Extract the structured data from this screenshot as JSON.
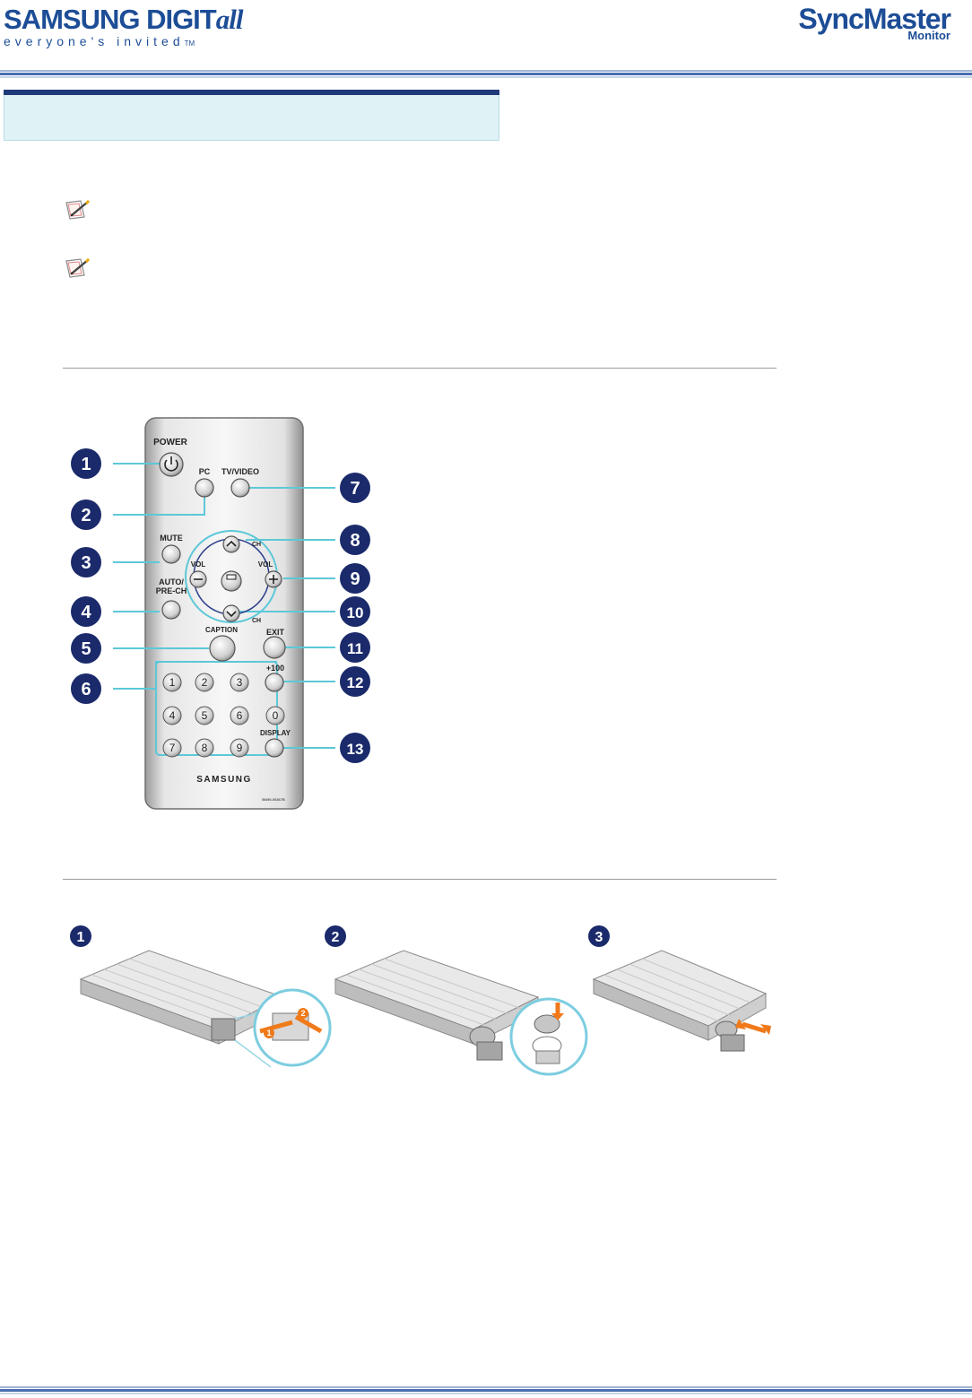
{
  "header": {
    "brand_name": "SAMSUNG DIGIT",
    "brand_name_suffix": "all",
    "brand_slogan": "everyone's invited",
    "brand_tm": "TM",
    "product_name": "SyncMaster",
    "product_sub": "Monitor"
  },
  "section_title": "",
  "notes": [
    "",
    ""
  ],
  "remote": {
    "labels": {
      "power": "POWER",
      "pc": "PC",
      "tv_video": "TV/VIDEO",
      "mute": "MUTE",
      "auto_pre_ch_1": "AUTO/",
      "auto_pre_ch_2": "PRE-CH",
      "ch_up": "CH",
      "ch_down": "CH",
      "vol_left": "VOL",
      "vol_right": "VOL",
      "menu": "MENU",
      "caption": "CAPTION",
      "exit": "EXIT",
      "plus100": "+100",
      "display": "DISPLAY",
      "brand": "SAMSUNG",
      "model": "BN59-00367B"
    },
    "keypad": [
      "1",
      "2",
      "3",
      "4",
      "5",
      "6",
      "7",
      "8",
      "9",
      "0"
    ],
    "callouts": [
      "1",
      "2",
      "3",
      "4",
      "5",
      "6",
      "7",
      "8",
      "9",
      "10",
      "11",
      "12",
      "13"
    ]
  },
  "battery_steps": [
    "1",
    "2",
    "3"
  ],
  "battery_arrows": [
    "1",
    "2"
  ],
  "colors": {
    "brand_blue": "#1d4d96",
    "callout_navy": "#1b2a6b",
    "leader_cyan": "#5cc8d8",
    "band_fill": "#dff2f6",
    "band_bar": "#1f3a78",
    "arrow_orange": "#f07a1a"
  }
}
